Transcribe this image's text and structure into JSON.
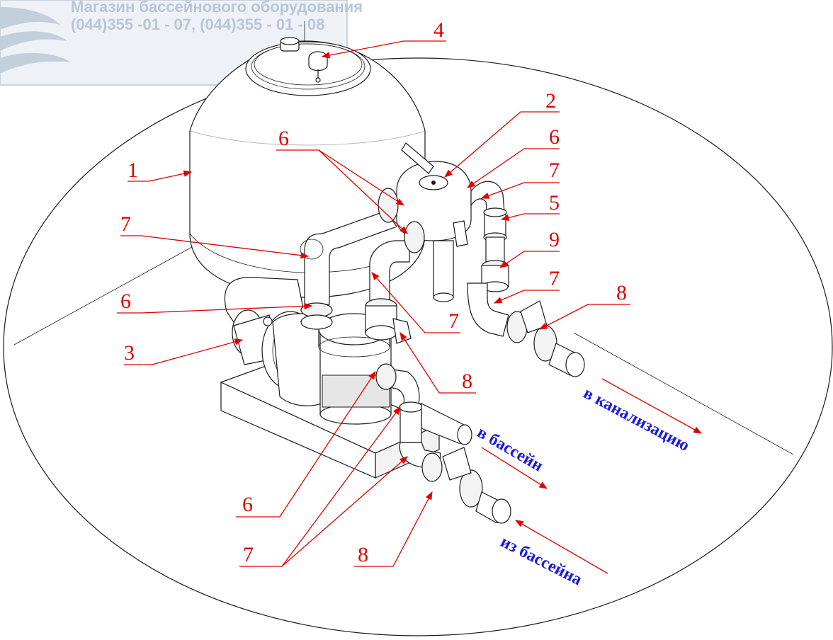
{
  "watermark": {
    "line1": "Магазин бассейнового оборудования",
    "line2": "(044)355 -01 - 07, (044)355 - 01 - 08"
  },
  "colors": {
    "callout": "#e00000",
    "flow_text": "#1a1adc",
    "outline": "#1a1a1a",
    "watermark": "#b9c6d6"
  },
  "callouts": [
    {
      "id": "c1",
      "number": "1"
    },
    {
      "id": "c2",
      "number": "2"
    },
    {
      "id": "c3",
      "number": "3"
    },
    {
      "id": "c4",
      "number": "4"
    },
    {
      "id": "c5",
      "number": "5"
    },
    {
      "id": "c6a",
      "number": "6"
    },
    {
      "id": "c6b",
      "number": "6"
    },
    {
      "id": "c6c",
      "number": "6"
    },
    {
      "id": "c6d",
      "number": "6"
    },
    {
      "id": "c7a",
      "number": "7"
    },
    {
      "id": "c7b",
      "number": "7"
    },
    {
      "id": "c7c",
      "number": "7"
    },
    {
      "id": "c7d",
      "number": "7"
    },
    {
      "id": "c7e",
      "number": "7"
    },
    {
      "id": "c8a",
      "number": "8"
    },
    {
      "id": "c8b",
      "number": "8"
    },
    {
      "id": "c8c",
      "number": "8"
    },
    {
      "id": "c9",
      "number": "9"
    }
  ],
  "flow_labels": {
    "to_sewer": "в канализацию",
    "to_pool": "в бассейн",
    "from_pool": "из бассейна"
  }
}
